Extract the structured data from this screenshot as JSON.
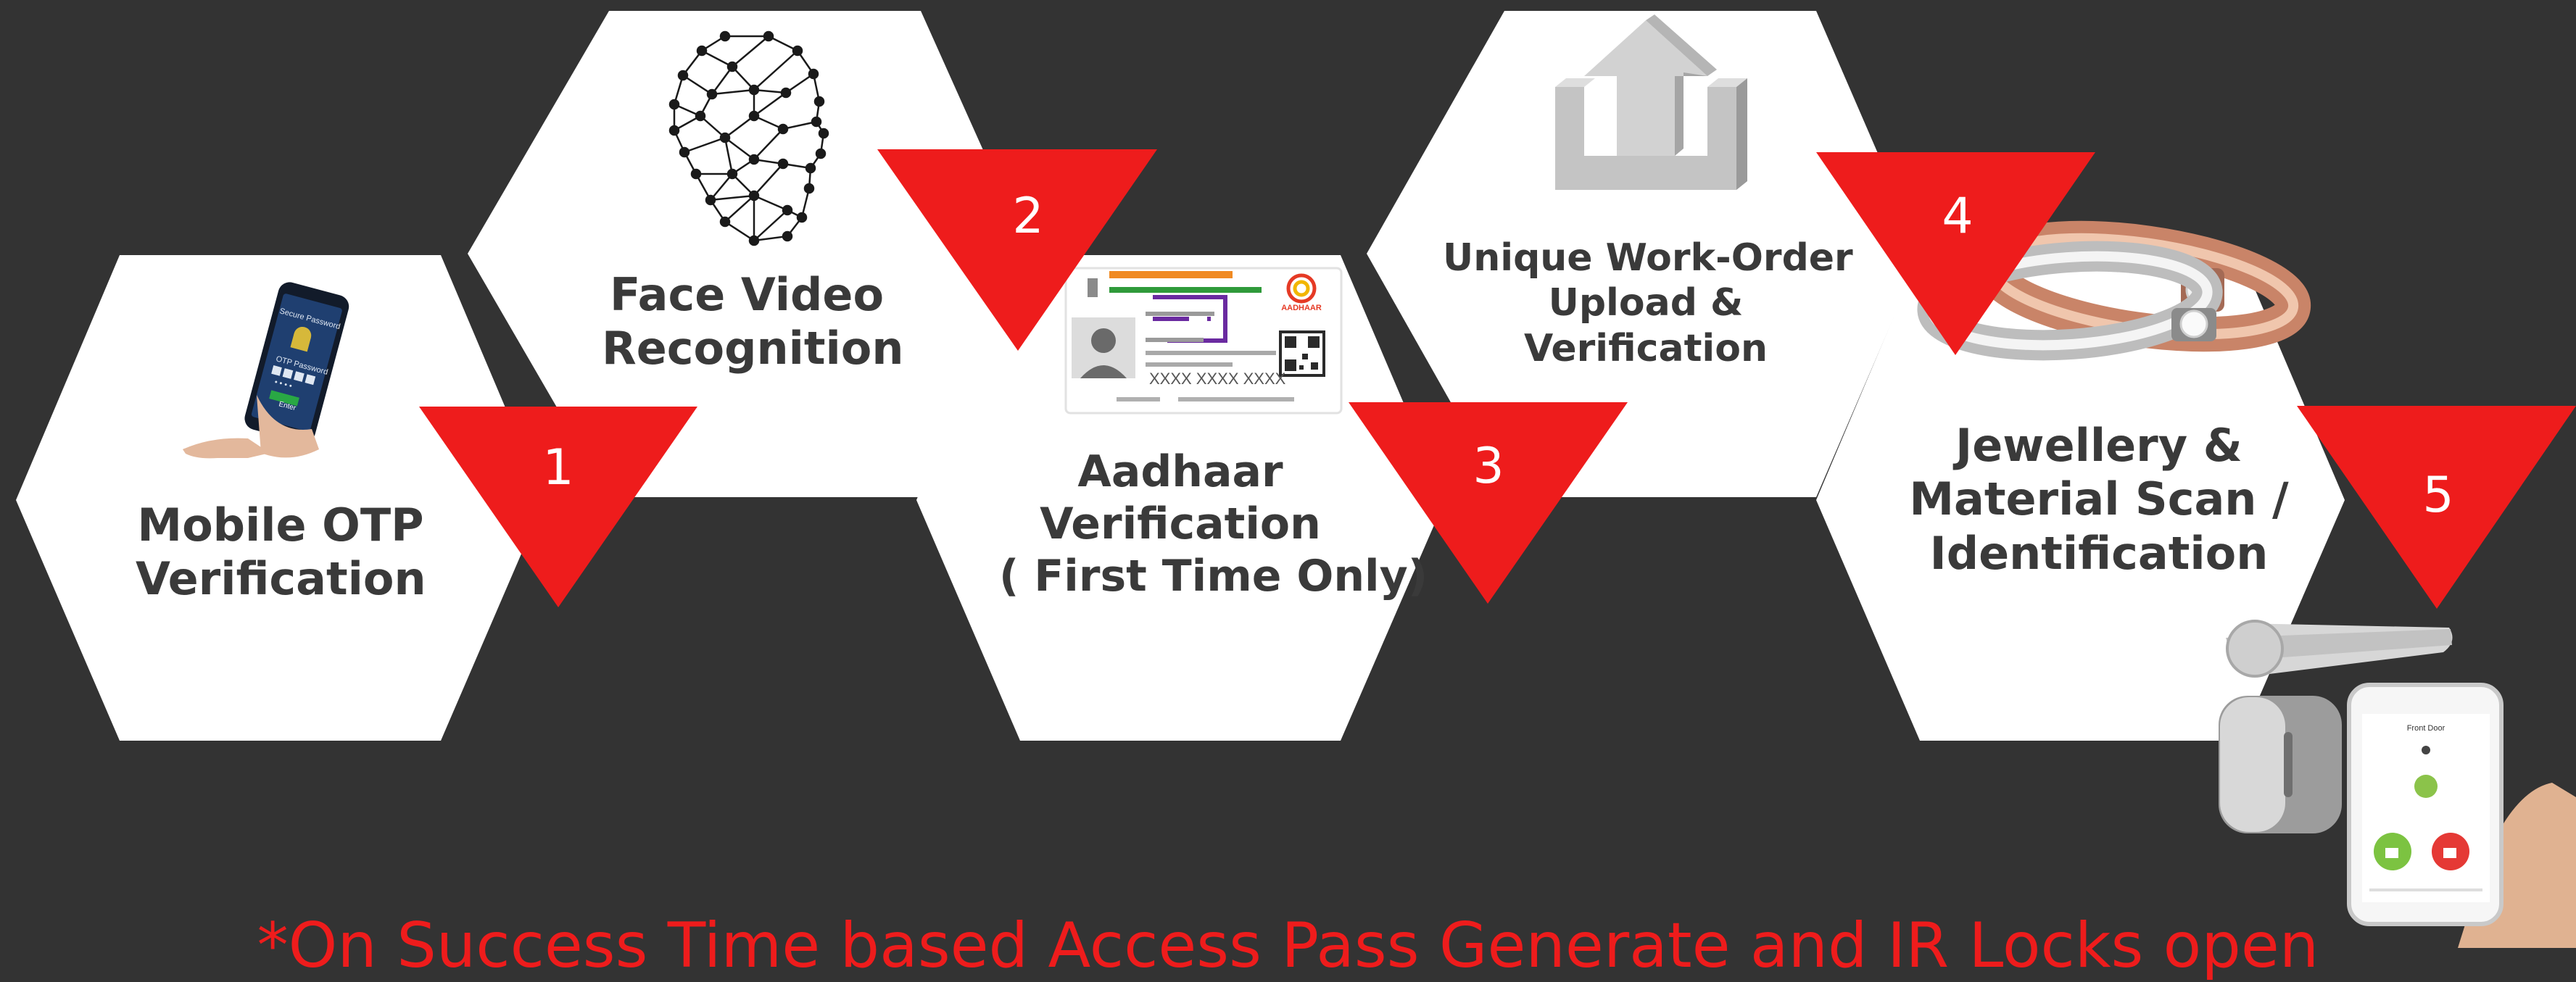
{
  "steps": [
    {
      "number": "1",
      "label_lines": [
        "Mobile OTP",
        "Verification"
      ],
      "icon": "phone-otp-icon"
    },
    {
      "number": "2",
      "label_lines": [
        "Face Video",
        "Recognition"
      ],
      "icon": "face-mesh-icon"
    },
    {
      "number": "3",
      "label_lines": [
        "Aadhaar",
        "Verification",
        "( First Time Only)"
      ],
      "icon": "aadhaar-card-icon"
    },
    {
      "number": "4",
      "label_lines": [
        "Unique Work-Order",
        "Upload &",
        "Verification"
      ],
      "icon": "upload-icon"
    },
    {
      "number": "5",
      "label_lines": [
        "Jewellery &",
        "Material Scan /",
        "Identification"
      ],
      "icon": "rings-icon"
    }
  ],
  "phone_screen": {
    "title": "Secure Password",
    "otp_label": "OTP Password",
    "digits": "• • • •",
    "button": "Enter"
  },
  "aadhaar_card": {
    "logo_text": "AADHAAR",
    "number_mask": "XXXX XXXX XXXX"
  },
  "lock_app": {
    "title": "Front Door"
  },
  "footer_note": "*On Success Time based Access Pass Generate and IR Locks open",
  "colors": {
    "background": "#333333",
    "hexagon": "#ffffff",
    "accent": "#ee1c1c",
    "label": "#3a3a3a"
  }
}
